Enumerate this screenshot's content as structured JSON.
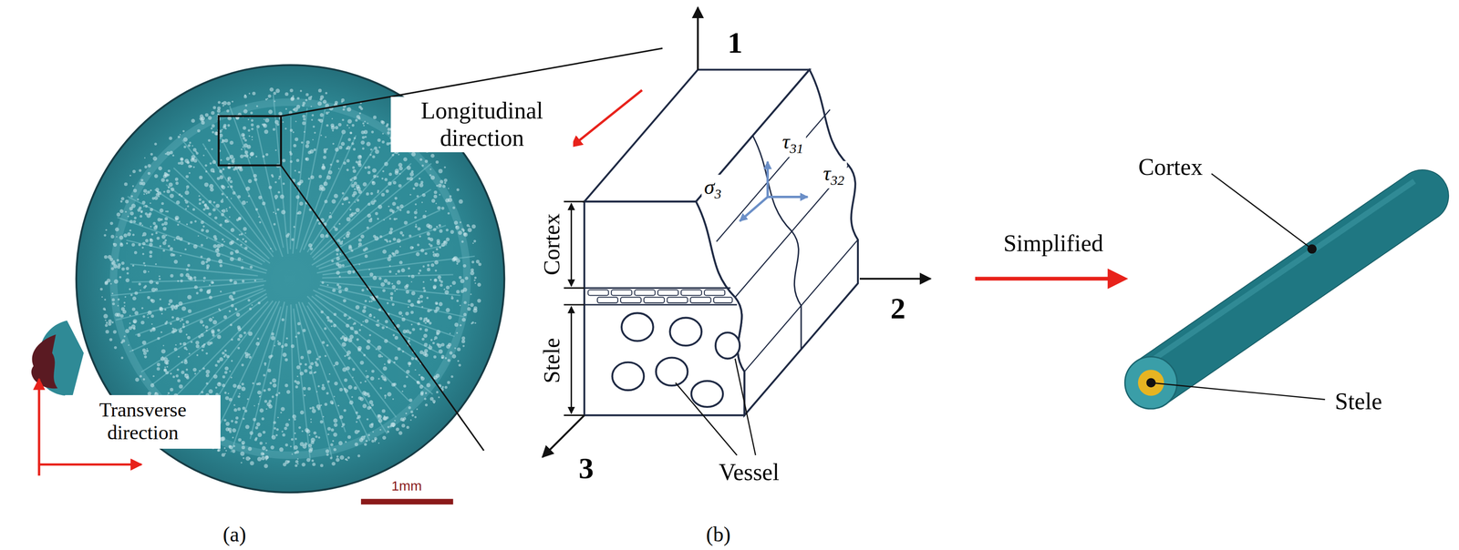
{
  "diagram": {
    "nodes": [
      {
        "text": [
          "Transverse direction"
        ]
      }
    ],
    "labels": [
      "1mm",
      "(a)",
      "1",
      "Longitudinal direction",
      "τ31",
      "σ3",
      "τ32",
      "Cortex",
      "Stele",
      "2",
      "3",
      "Vessel",
      "(b)",
      "Simplified",
      "Cortex",
      "Stele"
    ]
  }
}
